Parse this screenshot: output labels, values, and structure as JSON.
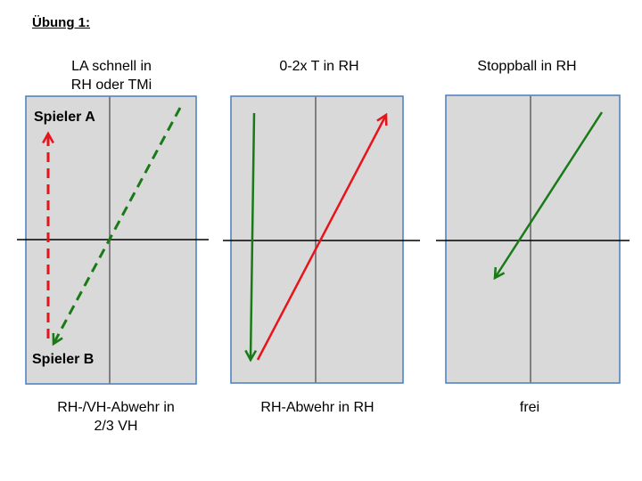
{
  "page": {
    "title": "Übung 1:"
  },
  "drills": [
    {
      "top_label_line1": "LA schnell in",
      "top_label_line2": "RH oder TMi",
      "bottom_label_line1": "RH-/VH-Abwehr in",
      "bottom_label_line2": "2/3 VH",
      "player_top": "Spieler A",
      "player_bottom": "Spieler B"
    },
    {
      "top_label_line1": "0-2x T in RH",
      "bottom_label_line1": "RH-Abwehr in RH"
    },
    {
      "top_label_line1": "Stoppball in RH",
      "bottom_label_line1": "frei"
    }
  ],
  "colors": {
    "table_fill": "#d9d9d9",
    "table_border": "#4a7cc0",
    "center_line": "#808080",
    "net": "#000000",
    "arrow_red": "#e8141b",
    "arrow_green": "#1b7a18"
  }
}
